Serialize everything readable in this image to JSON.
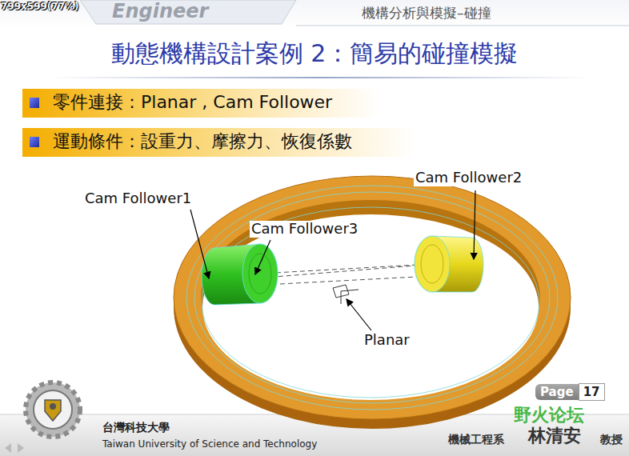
{
  "diagram": {
    "title": "動態機構設計案例 2：簡易的碰撞模擬",
    "nodes": [
      {
        "text": [
          "零件連接：Planar , Cam Follower"
        ]
      },
      {
        "text": [
          "運動條件：設重力、摩擦力、恢復係數"
        ]
      },
      {
        "text": [
          "Page",
          "17"
        ]
      }
    ],
    "labels": [
      "799x599(77%)",
      "Engineer",
      "機構分析與模擬–碰撞",
      "Cam Follower1",
      "Cam Follower2",
      "Cam Follower3",
      "Planar",
      "台灣科技大學",
      "Taiwan University of Science and Technology",
      "機械工程系",
      "林清安",
      "教授",
      "野火论坛"
    ]
  }
}
